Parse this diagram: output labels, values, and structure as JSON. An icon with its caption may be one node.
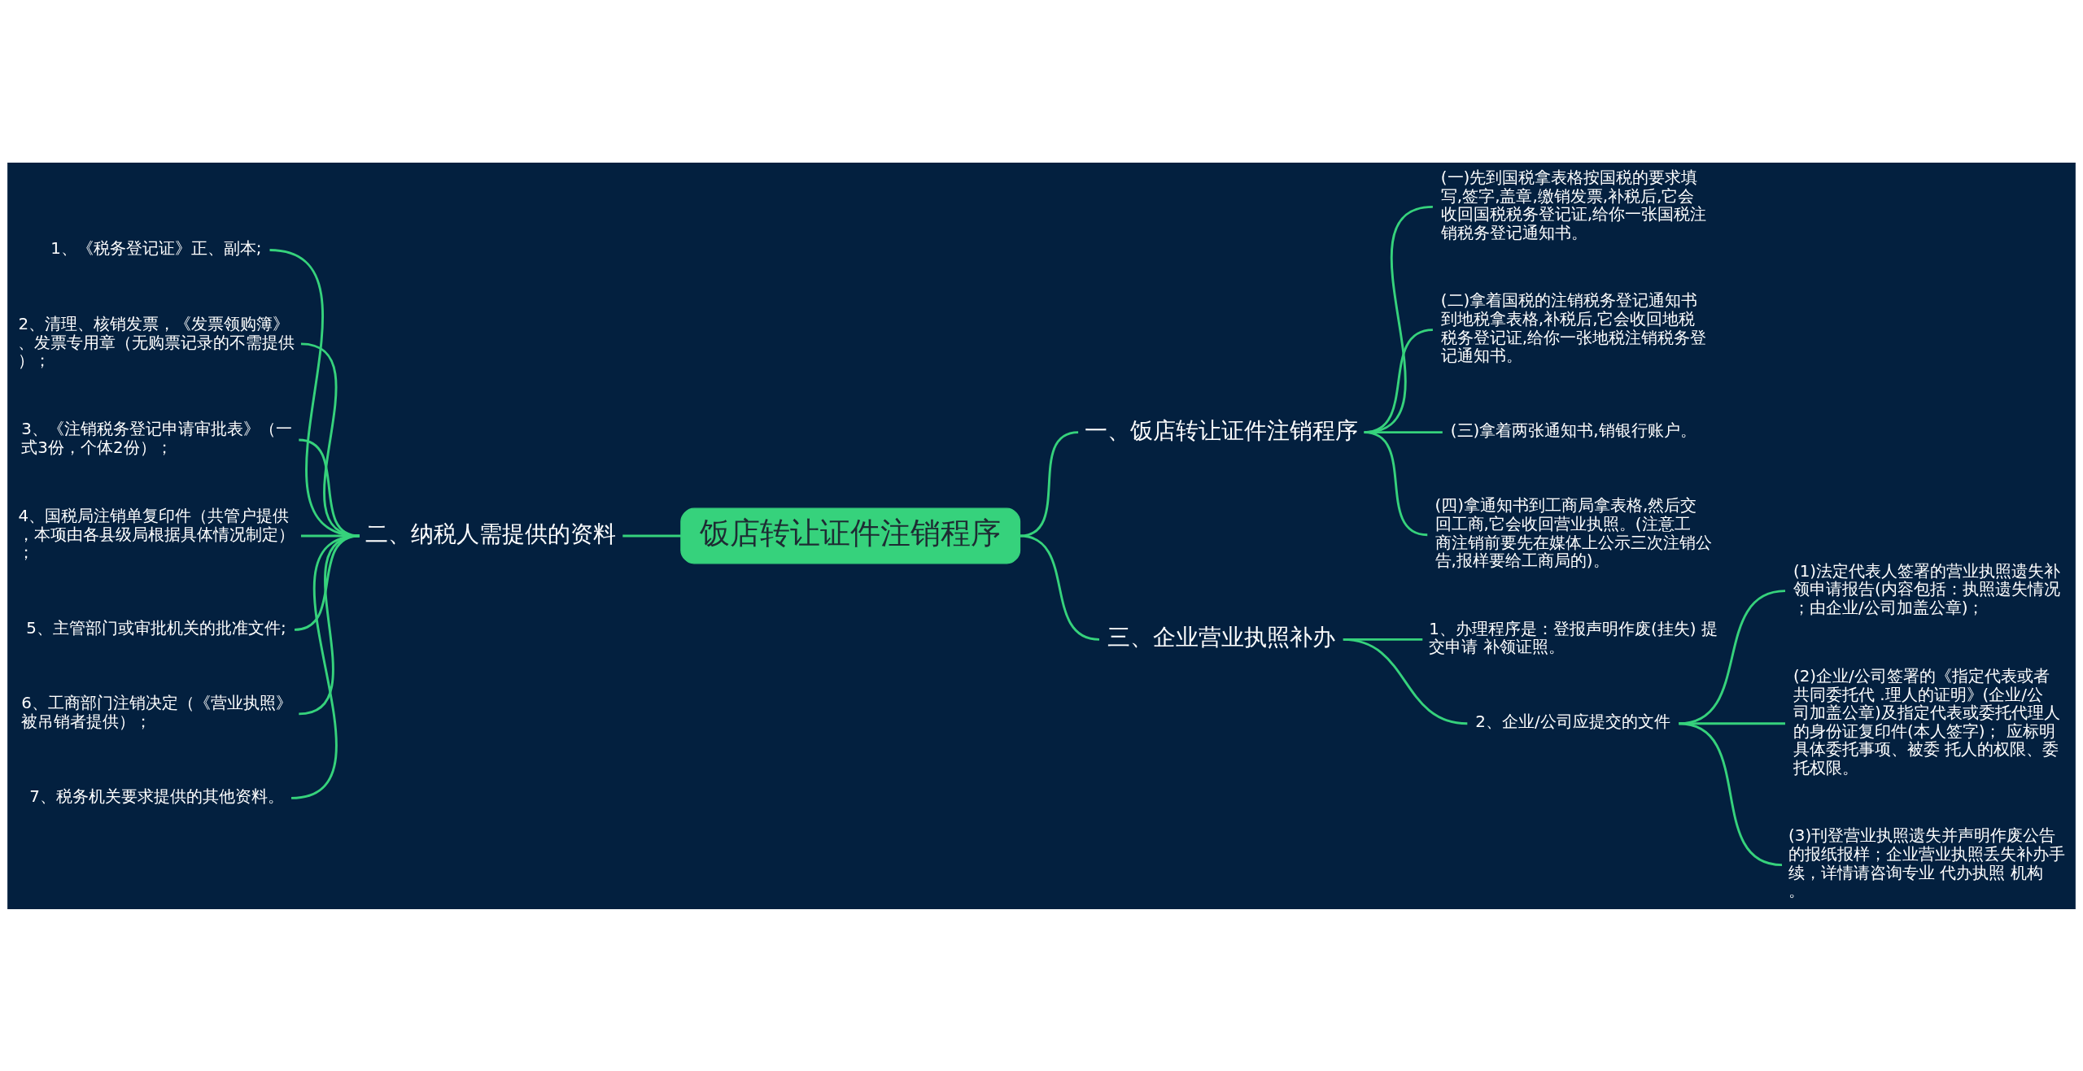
{
  "diagram": {
    "nodes": [
      {
        "text": [
          "饭店转让证件注销程序"
        ]
      },
      {
        "text": [
          "一、饭店转让证件注销程序"
        ]
      },
      {
        "text": [
          "(一)先到国税拿表格按国税的要求填写,签字,盖章,缴销发票,补税后,它会收回国税税务登记证,给你一张国税注销税务登记通知书。"
        ]
      },
      {
        "text": [
          "(二)拿着国税的注销税务登记通知书到地税拿表格,补税后,它会收回地税税务登记证,给你一张地税注销税务登记通知书。"
        ]
      },
      {
        "text": [
          "(三)拿着两张通知书,销银行账户。"
        ]
      },
      {
        "text": [
          "(四)拿通知书到工商局拿表格,然后交回工商,它会收回营业执照。(注意工商注销前要先在媒体上公示三次注销公告,报样要给工商局的)。"
        ]
      },
      {
        "text": [
          "二、纳税人需提供的资料"
        ]
      },
      {
        "text": [
          "1、《税务登记证》正、副本;"
        ]
      },
      {
        "text": [
          "2、清理、核销发票，《发票领购簿》、发票专用章（无购票记录的不需提供）；"
        ]
      },
      {
        "text": [
          "3、《注销税务登记申请审批表》（一式3份，个体2份）；"
        ]
      },
      {
        "text": [
          "4、国税局注销单复印件（共管户提供，本项由各县级局根据具体情况制定）；"
        ]
      },
      {
        "text": [
          "5、主管部门或审批机关的批准文件;"
        ]
      },
      {
        "text": [
          "6、工商部门注销决定（《营业执照》被吊销者提供）；"
        ]
      },
      {
        "text": [
          "7、税务机关要求提供的其他资料。"
        ]
      },
      {
        "text": [
          "三、企业营业执照补办"
        ]
      },
      {
        "text": [
          "1、办理程序是：登报声明作废(挂失) 提交申请 补领证照。"
        ]
      },
      {
        "text": [
          "2、企业/公司应提交的文件"
        ]
      },
      {
        "text": [
          "(1)法定代表人签署的营业执照遗失补领申请报告(内容包括：执照遗失情况；由企业/公司加盖公章)；"
        ]
      },
      {
        "text": [
          "(2)企业/公司签署的《指定代表或者共同委托代 .理人的证明》(企业/公司加盖公章)及指定代表或委托代理人的身份证复印件(本人签字)； 应标明具体委托事项、被委 托人的权限、委托权限。"
        ]
      },
      {
        "text": [
          "(3)刊登营业执照遗失并声明作废公告的报纸报样；企业营业执照丢失补办手续，详情请咨询专业 代办执照 机构。"
        ]
      }
    ],
    "edges": [
      {
        "from": 0,
        "to": 1,
        "arrow": "none"
      },
      {
        "from": 1,
        "to": 2,
        "arrow": "none"
      },
      {
        "from": 1,
        "to": 3,
        "arrow": "none"
      },
      {
        "from": 1,
        "to": 4,
        "arrow": "none"
      },
      {
        "from": 1,
        "to": 5,
        "arrow": "none"
      },
      {
        "from": 0,
        "to": 6,
        "arrow": "none"
      },
      {
        "from": 6,
        "to": 7,
        "arrow": "none"
      },
      {
        "from": 6,
        "to": 8,
        "arrow": "none"
      },
      {
        "from": 6,
        "to": 9,
        "arrow": "none"
      },
      {
        "from": 6,
        "to": 10,
        "arrow": "none"
      },
      {
        "from": 6,
        "to": 11,
        "arrow": "none"
      },
      {
        "from": 6,
        "to": 12,
        "arrow": "none"
      },
      {
        "from": 6,
        "to": 13,
        "arrow": "none"
      },
      {
        "from": 0,
        "to": 14,
        "arrow": "none"
      },
      {
        "from": 14,
        "to": 15,
        "arrow": "none"
      },
      {
        "from": 14,
        "to": 16,
        "arrow": "none"
      },
      {
        "from": 16,
        "to": 17,
        "arrow": "none"
      },
      {
        "from": 16,
        "to": 18,
        "arrow": "none"
      },
      {
        "from": 16,
        "to": 19,
        "arrow": "none"
      }
    ]
  }
}
